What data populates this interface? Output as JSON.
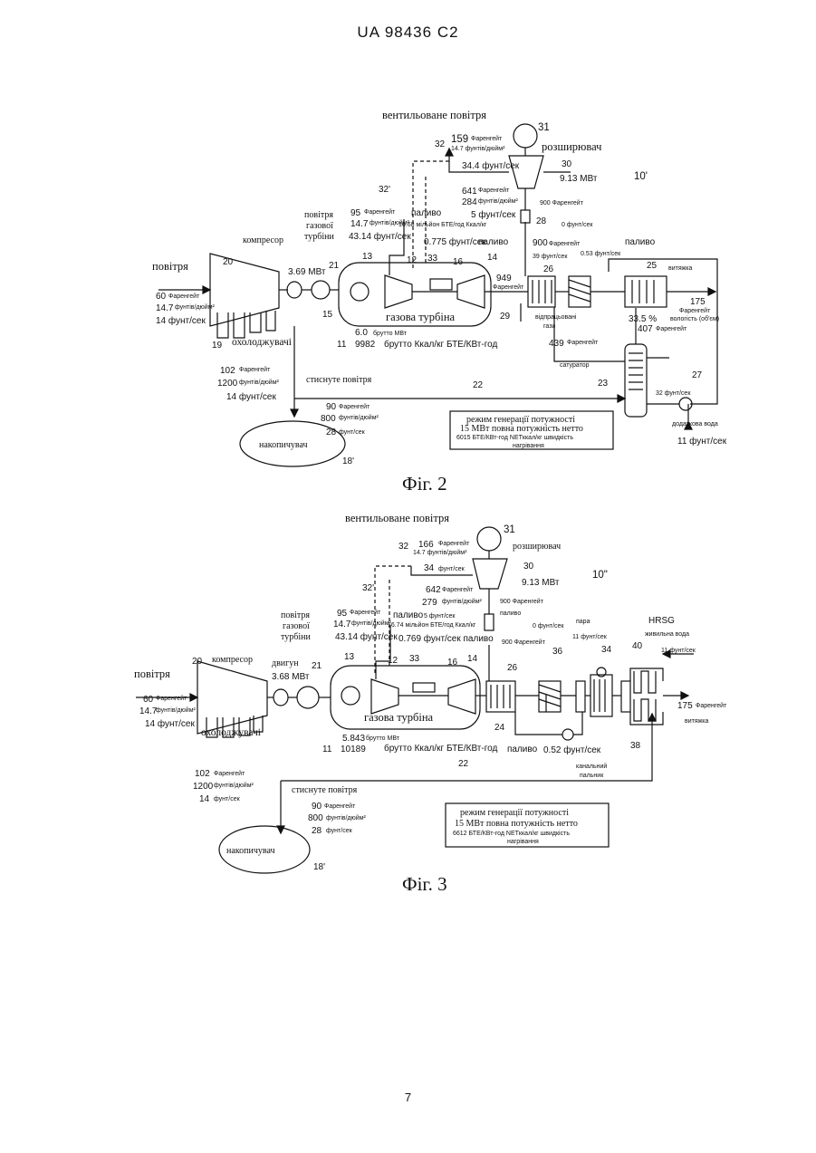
{
  "header": "UA   98436   C2",
  "page_number": "7",
  "fig2": {
    "caption": "Фіг. 2",
    "ref_system": "10'",
    "vent_air": "вентильоване повітря",
    "expander": "розширювач",
    "ref_31": "31",
    "ref_30": "30",
    "exp_power": "9.13 МВт",
    "exp_out_temp": "900 Фаренгейт",
    "vent_temp": "159",
    "vent_temp_u": "Фаренгейт",
    "vent_press": "14.7 фунтів/дюйм²",
    "vent_flow": "34.4 фунт/сек",
    "ref_32": "32",
    "ref_32p": "32'",
    "exp_in_temp": "641",
    "exp_in_temp_u": "Фаренгейт",
    "exp_in_press": "284",
    "exp_in_press_u": "фунтів/дюйм²",
    "exp_in_flow": "5 фунт/сек",
    "fuel": "паливо",
    "fuel_rate": "16.68 мільйон БТЕ/год Ккал/кг",
    "fuel_flow": "0.775 фунт/сек",
    "fuel2": "паливо",
    "ref_28": "28",
    "zero_flow": "0 фунт/сек",
    "hx_temp": "900",
    "hx_temp_u": "Фаренгейт",
    "hx_flow": "39 фунт/сек",
    "fuel_053": "0.53 фунт/сек",
    "fuel3": "паливо",
    "gt_air1": "повітря",
    "gt_air2": "газової",
    "gt_air3": "турбіни",
    "gt_air_temp": "95",
    "gt_air_temp_u": "Фаренгейт",
    "gt_air_press": "14.7",
    "gt_air_press_u": "фунтів/дюйм²",
    "gt_air_flow": "43.14 фунт/сек",
    "compressor": "компресор",
    "air": "повітря",
    "ref_20": "20",
    "ref_21": "21",
    "motor_power": "3.69 МВт",
    "ref_13": "13",
    "ref_12": "12",
    "ref_33": "33",
    "ref_16": "16",
    "ref_14": "14",
    "ref_15": "15",
    "exh_temp": "949",
    "exh_temp_u": "Фаренгейт",
    "ref_26": "26",
    "ref_25": "25",
    "stack": "витяжка",
    "stack_temp": "175",
    "stack_temp_u": "Фаренгейт",
    "humidity_label": "вологість (об'єм)",
    "humidity": "33.5 %",
    "sat_temp": "407",
    "sat_temp_u": "Фаренгейт",
    "turbine": "газова турбіна",
    "ref_29": "29",
    "waste1": "відпрацьовані",
    "waste2": "гази",
    "waste_temp": "439",
    "waste_temp_u": "Фаренгейт",
    "gross_mw": "6.0",
    "gross_mw_u": "брутто МВт",
    "heat_rate": "9982",
    "heat_rate_u": "брутто Ккал/кг БТЕ/КВт-год",
    "ref_11": "11",
    "in_temp": "60",
    "in_temp_u": "Фаренгейт",
    "in_press": "14.7",
    "in_press_u": "фунтів/дюйм²",
    "in_flow": "14 фунт/сек",
    "ref_19": "19",
    "coolers": "охолоджувачі",
    "saturator": "сатуратор",
    "ref_23": "23",
    "ref_27": "27",
    "sat_flow": "32 фунт/сек",
    "makeup": "додаткова вода",
    "makeup_flow": "11 фунт/сек",
    "comp_temp": "102",
    "comp_temp_u": "Фаренгейт",
    "comp_press": "1200",
    "comp_press_u": "фунтів/дюйм²",
    "comp_flow": "14 фунт/сек",
    "comp_air": "стиснуте повітря",
    "ref_22": "22",
    "st_temp": "90",
    "st_temp_u": "Фаренгейт",
    "st_press": "800",
    "st_press_u": "фунтів/дюйм²",
    "st_flow": "28",
    "st_flow_u": "фунт/сек",
    "storage": "накопичувач",
    "ref_18": "18'",
    "mode1": "режим генерації потужності",
    "mode2": "15 МВт повна потужність нетто",
    "mode3": "6015 БТЕ/КВт-год NETккал/кг швидкість",
    "mode4": "нагрівання"
  },
  "fig3": {
    "caption": "Фіг. 3",
    "ref_system": "10\"",
    "vent_air": "вентильоване повітря",
    "expander": "розширювач",
    "ref_31": "31",
    "ref_30": "30",
    "exp_power": "9.13 МВт",
    "vent_temp": "166",
    "vent_temp_u": "Фаренгейт",
    "vent_press": "14.7 фунтів/дюйм²",
    "ref_34a": "34",
    "vent_flow": "фунт/сек",
    "ref_32": "32",
    "ref_32p": "32'",
    "exp_in_temp": "642",
    "exp_in_temp_u": "Фаренгейт",
    "exp_in_press": "279",
    "exp_in_press_u": "фунтів/дюйм²",
    "exp_in_flow": "5 фунт/сек",
    "fuel": "паливо",
    "fuel_rate": "16.74 мільйон БТЕ/год Ккал/кг",
    "fuel_flow": "0.769 фунт/сек паливо",
    "exp_out_temp": "900 Фаренгейт",
    "fuel2": "паливо",
    "zero_flow": "0 фунт/сек",
    "hx_temp": "900 Фаренгейт",
    "steam": "пара",
    "steam_flow": "11 фунт/сек",
    "hrsg": "HRSG",
    "feedwater": "живильна вода",
    "feed_flow": "11 фунт/сек",
    "ref_36": "36",
    "ref_34": "34",
    "ref_40": "40",
    "ref_38": "38",
    "gt_air1": "повітря",
    "gt_air2": "газової",
    "gt_air3": "турбіни",
    "gt_air_temp": "95",
    "gt_air_temp_u": "Фаренгейт",
    "gt_air_press": "14.7",
    "gt_air_press_u": "фунтів/дюйм²",
    "gt_air_flow": "43.14 фунт/сек",
    "compressor": "компресор",
    "engine": "двигун",
    "air": "повітря",
    "ref_20": "20",
    "ref_21": "21",
    "motor_power": "3.68 МВт",
    "ref_13": "13",
    "ref_12": "12",
    "ref_33": "33",
    "ref_16": "16",
    "ref_14": "14",
    "ref_26": "26",
    "ref_24": "24",
    "turbine": "газова турбіна",
    "stack_temp": "175",
    "stack_temp_u": "Фаренгейт",
    "stack": "витяжка",
    "in_temp": "60",
    "in_temp_u": "Фаренгейт",
    "in_press": "14.7",
    "in_press_u": "фунтів/дюйм²",
    "in_flow": "14 фунт/сек",
    "coolers": "охолоджувачі",
    "gross_mw": "5.843",
    "gross_mw_u": "брутто МВт",
    "heat_rate": "10189",
    "heat_rate_u": "брутто Ккал/кг БТЕ/КВт-год",
    "ref_11": "11",
    "fuel_low": "паливо",
    "fuel_052": "0.52 фунт/сек",
    "duct1": "канальний",
    "duct2": "пальник",
    "comp_temp": "102",
    "comp_temp_u": "Фаренгейт",
    "comp_press": "1200",
    "comp_press_u": "фунтів/дюйм²",
    "comp_flow": "14",
    "comp_flow_u": "фунт/сек",
    "comp_air": "стиснуте повітря",
    "ref_22": "22",
    "st_temp": "90",
    "st_temp_u": "Фаренгейт",
    "st_press": "800",
    "st_press_u": "фунтів/дюйм²",
    "st_flow": "28",
    "st_flow_u": "фунт/сек",
    "storage": "накопичувач",
    "ref_18": "18'",
    "mode1": "режим генерації потужності",
    "mode2": "15 МВт повна потужність нетто",
    "mode3": "6612 БТЕ/КВт-год NETккал/кг швидкість",
    "mode4": "нагрівання"
  }
}
